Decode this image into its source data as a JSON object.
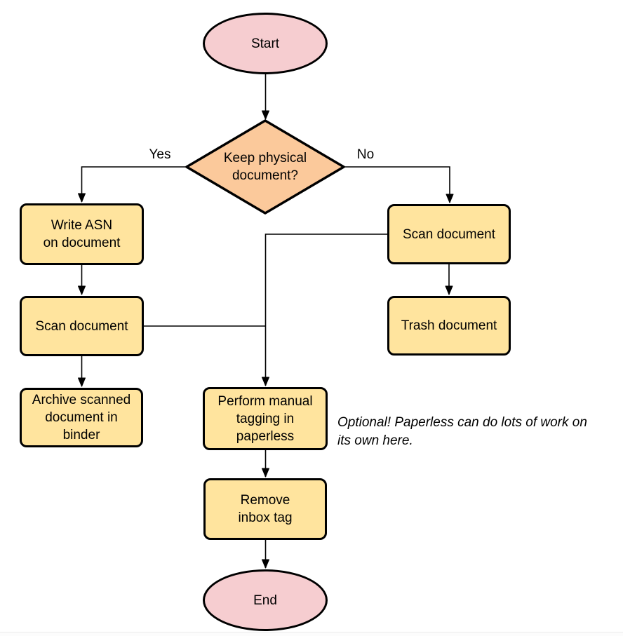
{
  "diagram": {
    "type": "flowchart",
    "nodes": {
      "start": {
        "label": "Start",
        "shape": "terminal"
      },
      "decision": {
        "label": "Keep physical\ndocument?",
        "shape": "decision"
      },
      "write_asn": {
        "label": "Write ASN\non document",
        "shape": "process"
      },
      "scan_left": {
        "label": "Scan document",
        "shape": "process"
      },
      "archive": {
        "label": "Archive scanned\ndocument in\nbinder",
        "shape": "process"
      },
      "scan_right": {
        "label": "Scan document",
        "shape": "process"
      },
      "trash": {
        "label": "Trash document",
        "shape": "process"
      },
      "tagging": {
        "label": "Perform manual\ntagging in\npaperless",
        "shape": "process"
      },
      "remove_inbox": {
        "label": "Remove\ninbox tag",
        "shape": "process"
      },
      "end": {
        "label": "End",
        "shape": "terminal"
      }
    },
    "edge_labels": {
      "yes": "Yes",
      "no": "No"
    },
    "annotation": "Optional! Paperless can do lots of work on\nits own here.",
    "colors": {
      "terminal_fill": "#f6cdd0",
      "process_fill": "#ffe49e",
      "decision_fill": "#fbc99b",
      "stroke": "#000000"
    }
  }
}
